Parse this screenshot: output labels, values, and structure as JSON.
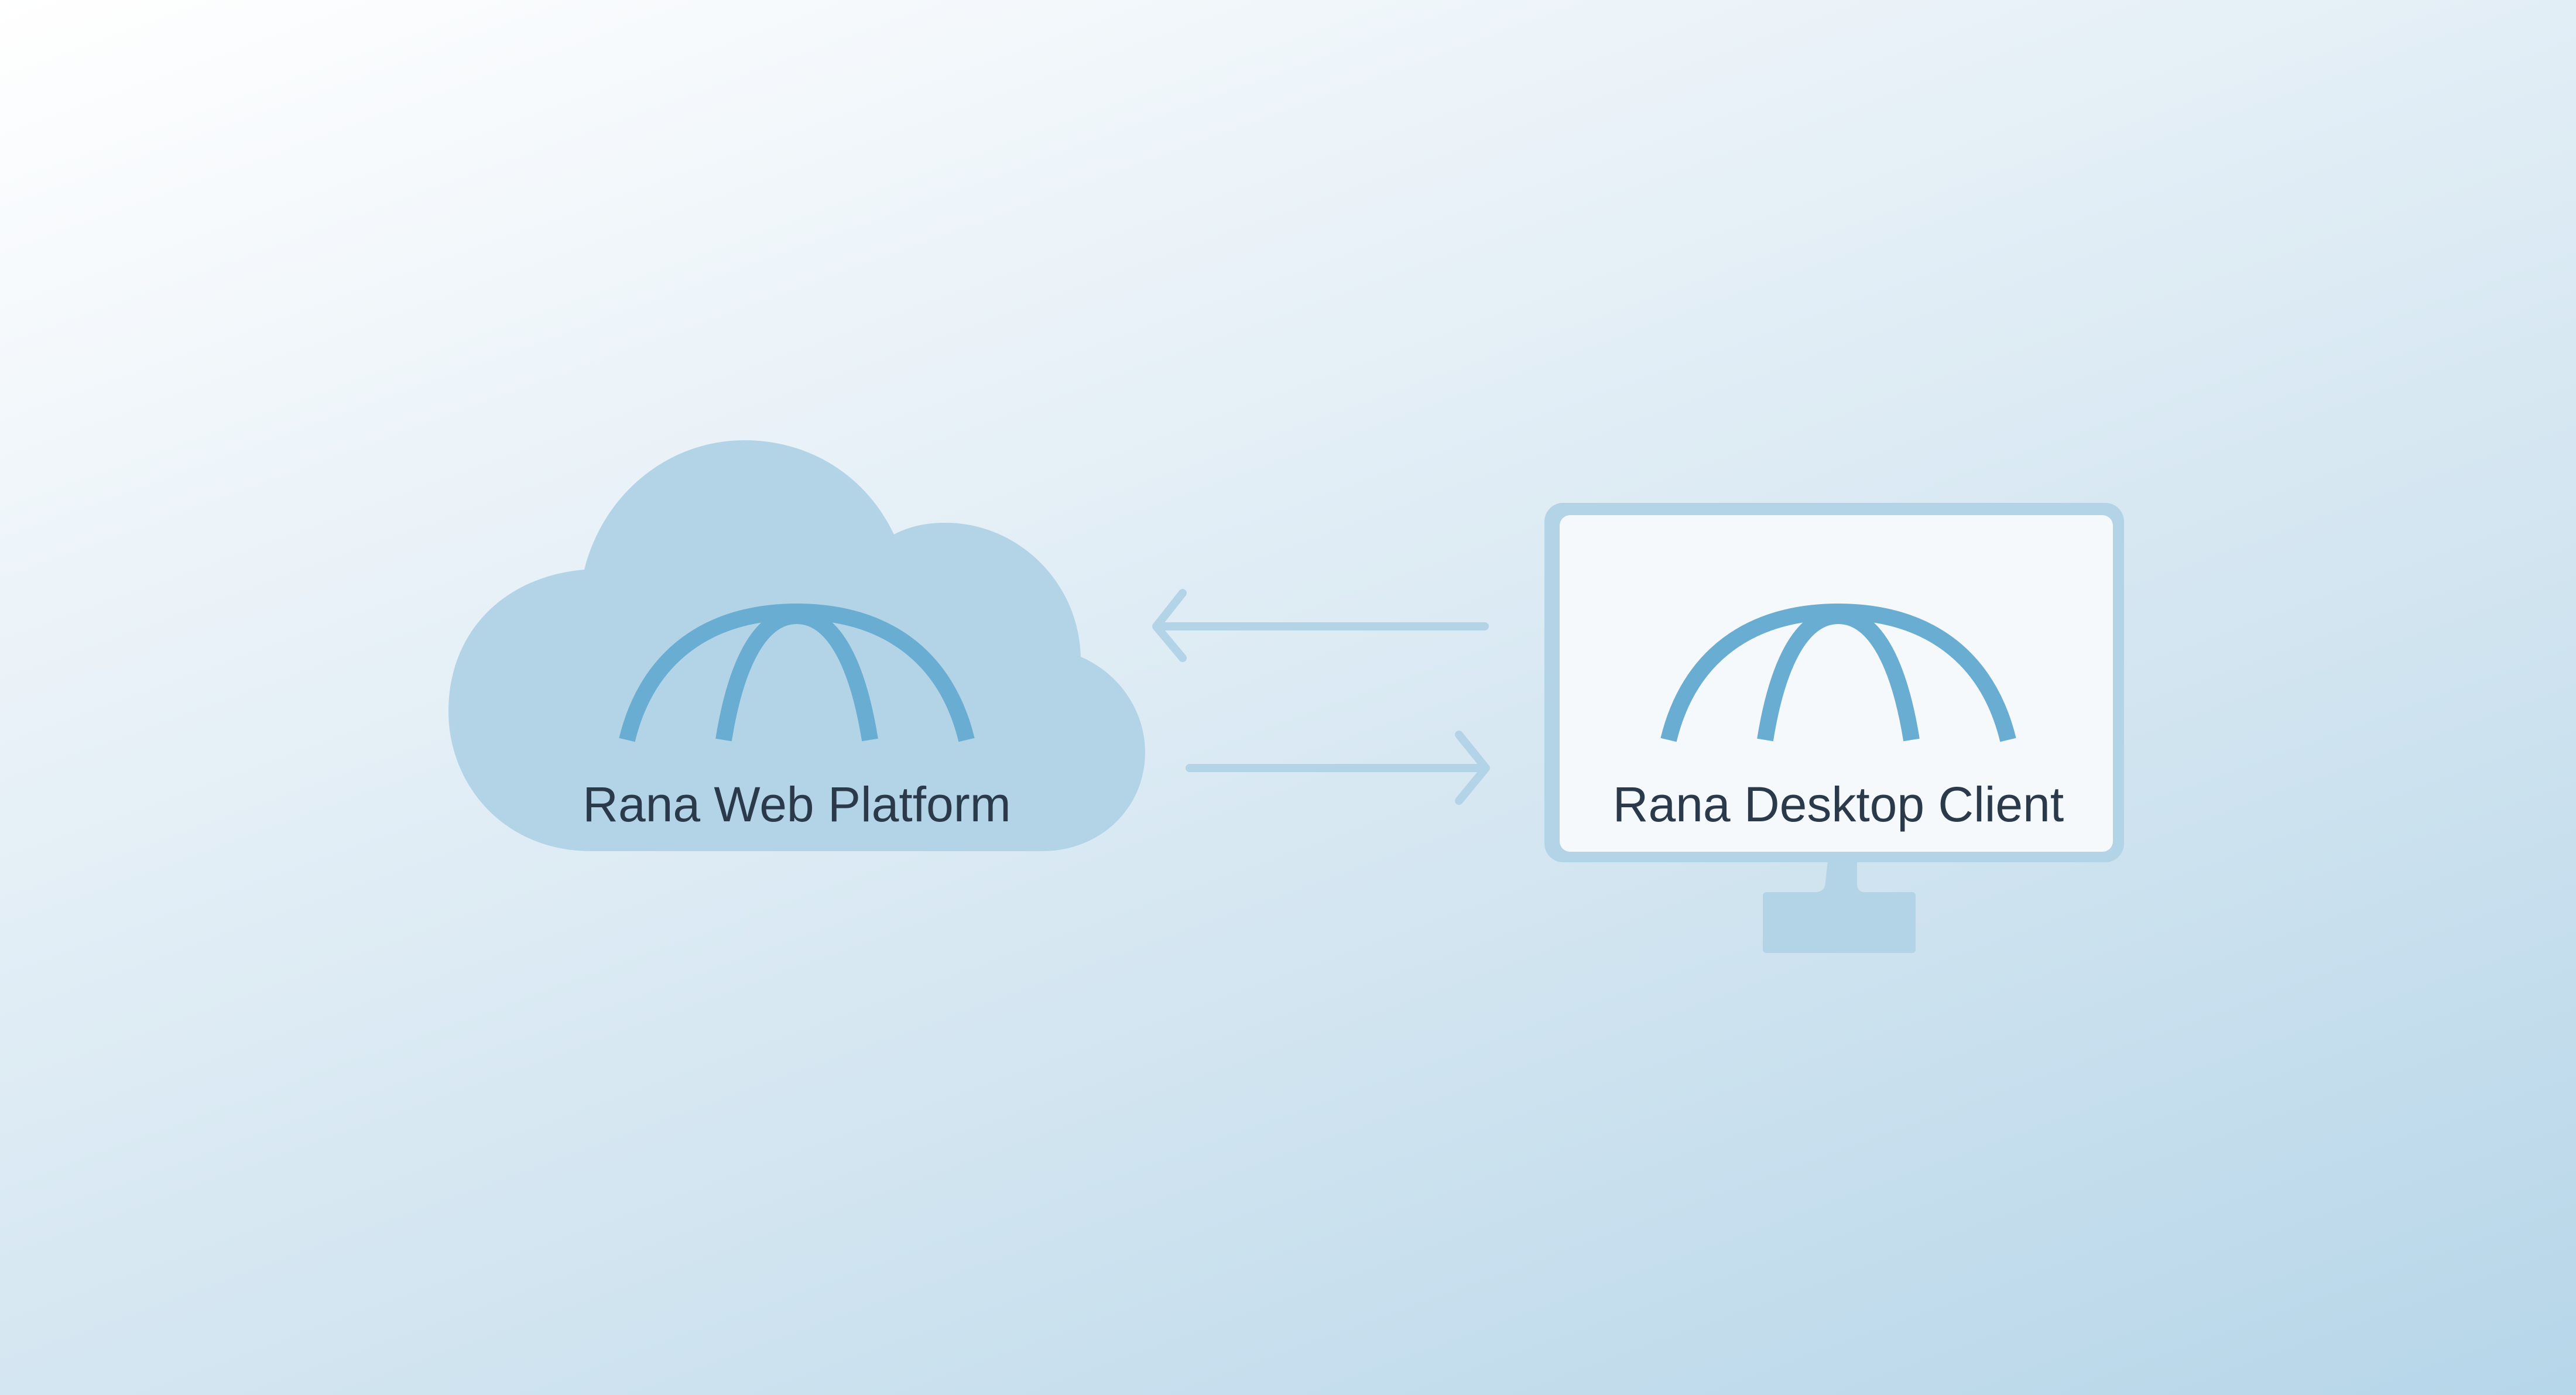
{
  "diagram": {
    "nodes": [
      {
        "id": "web",
        "label": "Rana Web Platform",
        "shape": "cloud",
        "icon": "rana-dome-logo-icon"
      },
      {
        "id": "desktop",
        "label": "Rana Desktop Client",
        "shape": "monitor",
        "icon": "rana-dome-logo-icon"
      }
    ],
    "edges": [
      {
        "from": "desktop",
        "to": "web",
        "direction": "left",
        "icon": "arrow-left-icon"
      },
      {
        "from": "web",
        "to": "desktop",
        "direction": "right",
        "icon": "arrow-right-icon"
      }
    ]
  },
  "colors": {
    "background_start": "#ffffff",
    "background_end": "#b6d6e9",
    "shape_fill": "#b3d4e7",
    "logo_stroke": "#6aadd2",
    "screen_fill": "#f5f9fc",
    "arrow": "#b3d4e7",
    "text": "#2a3a4a"
  }
}
